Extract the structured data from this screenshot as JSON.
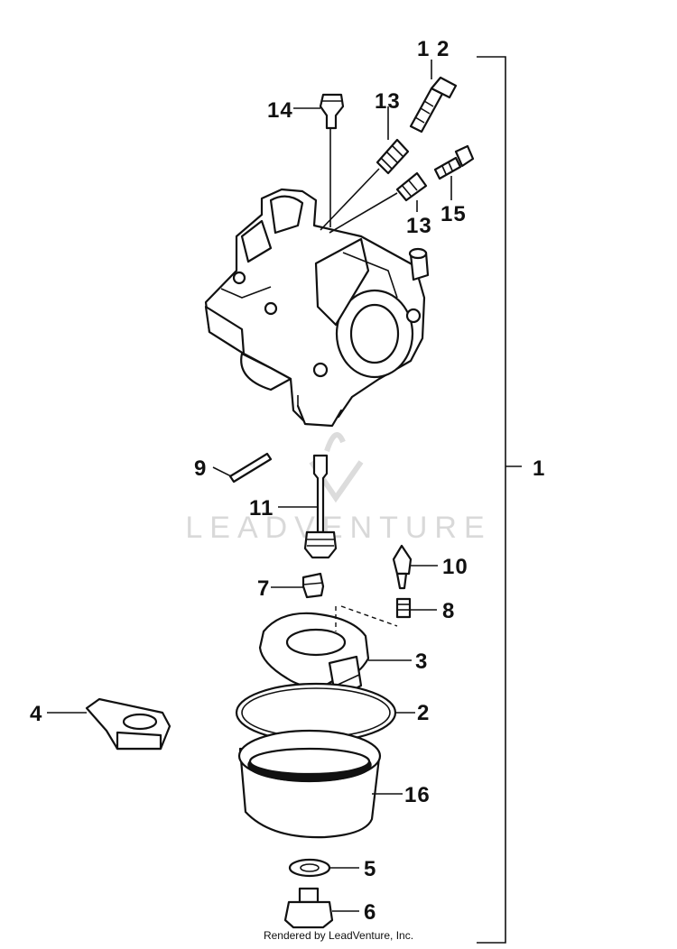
{
  "diagram": {
    "callouts": {
      "c1": "1",
      "c2": "2",
      "c3": "3",
      "c4": "4",
      "c5": "5",
      "c6": "6",
      "c7": "7",
      "c8": "8",
      "c9": "9",
      "c10": "10",
      "c11": "11",
      "c12": "1 2",
      "c13a": "13",
      "c13b": "13",
      "c14": "14",
      "c15": "15",
      "c16": "16"
    }
  },
  "watermark": {
    "text": "LEADVENTURE"
  },
  "footer": {
    "credit": "Rendered by LeadVenture, Inc."
  }
}
